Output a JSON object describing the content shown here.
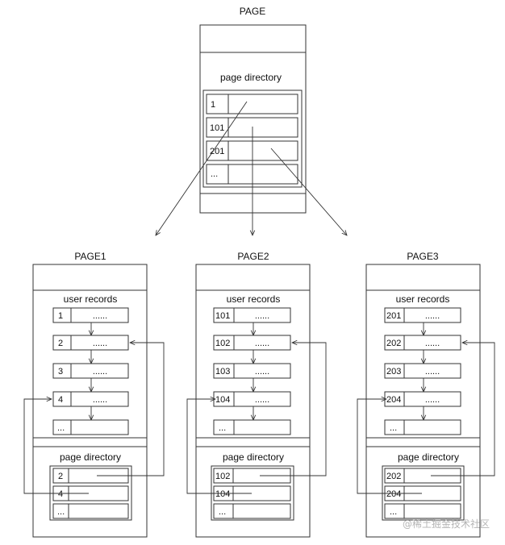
{
  "top_page": {
    "title": "PAGE",
    "section_label": "page directory",
    "slots": [
      "1",
      "101",
      "201",
      "..."
    ]
  },
  "child_pages": [
    {
      "title": "PAGE1",
      "records_label": "user records",
      "records": [
        {
          "key": "1",
          "value": "......"
        },
        {
          "key": "2",
          "value": "......"
        },
        {
          "key": "3",
          "value": "......"
        },
        {
          "key": "4",
          "value": "......"
        },
        {
          "key": "...",
          "value": ""
        }
      ],
      "directory_label": "page directory",
      "directory_slots": [
        "2",
        "4",
        "..."
      ]
    },
    {
      "title": "PAGE2",
      "records_label": "user records",
      "records": [
        {
          "key": "101",
          "value": "......"
        },
        {
          "key": "102",
          "value": "......"
        },
        {
          "key": "103",
          "value": "......"
        },
        {
          "key": "104",
          "value": "......"
        },
        {
          "key": "...",
          "value": ""
        }
      ],
      "directory_label": "page directory",
      "directory_slots": [
        "102",
        "104",
        "..."
      ]
    },
    {
      "title": "PAGE3",
      "records_label": "user records",
      "records": [
        {
          "key": "201",
          "value": "......"
        },
        {
          "key": "202",
          "value": "......"
        },
        {
          "key": "203",
          "value": "......"
        },
        {
          "key": "204",
          "value": "......"
        },
        {
          "key": "...",
          "value": ""
        }
      ],
      "directory_label": "page directory",
      "directory_slots": [
        "202",
        "204",
        "..."
      ]
    }
  ],
  "watermark": "@稀土掘金技术社区"
}
